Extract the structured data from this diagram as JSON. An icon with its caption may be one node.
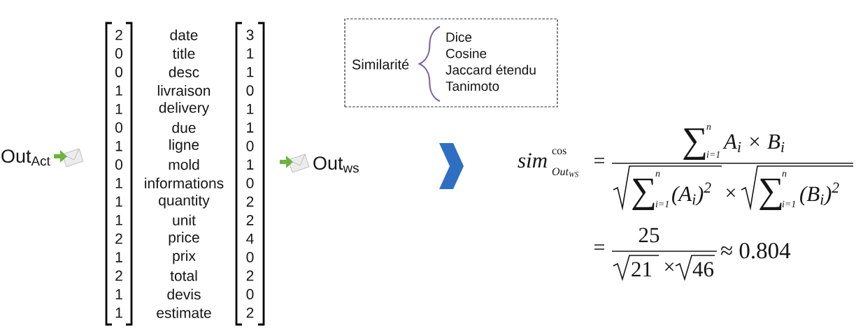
{
  "diagram": {
    "nodes": [
      {
        "text": [
          "2",
          "0",
          "0",
          "1",
          "1",
          "0",
          "1",
          "0",
          "1",
          "1",
          "1",
          "2",
          "1",
          "2",
          "1",
          "1"
        ]
      },
      {
        "text": [
          "3",
          "1",
          "1",
          "0",
          "1",
          "1",
          "0",
          "1",
          "0",
          "2",
          "2",
          "4",
          "0",
          "2",
          "0",
          "2"
        ]
      },
      {
        "text": [
          "Similarité",
          "Dice",
          "Cosine",
          "Jaccard étendu",
          "Tanimoto"
        ]
      }
    ],
    "labels": [
      "Out$_{Act}$",
      "date",
      "title",
      "desc",
      "livraison",
      "delivery",
      "due",
      "ligne",
      "mold",
      "informations",
      "quantity",
      "unit",
      "price",
      "prix",
      "total",
      "devis",
      "estimate",
      "Out$_{ws}$",
      "sim",
      "cos",
      "Out$_{WS}$",
      "=",
      "∑",
      "n",
      "i=1",
      "A$_{i}$ × B$_{i}$",
      "∑",
      "n",
      "i=1",
      "(A$_{i}$)$^{2}$",
      "×",
      "∑",
      "n",
      "i=1",
      "(B$_{i}$)$^{2}$",
      "=",
      "25",
      "21",
      "×",
      "46",
      "≈ 0.804"
    ]
  }
}
